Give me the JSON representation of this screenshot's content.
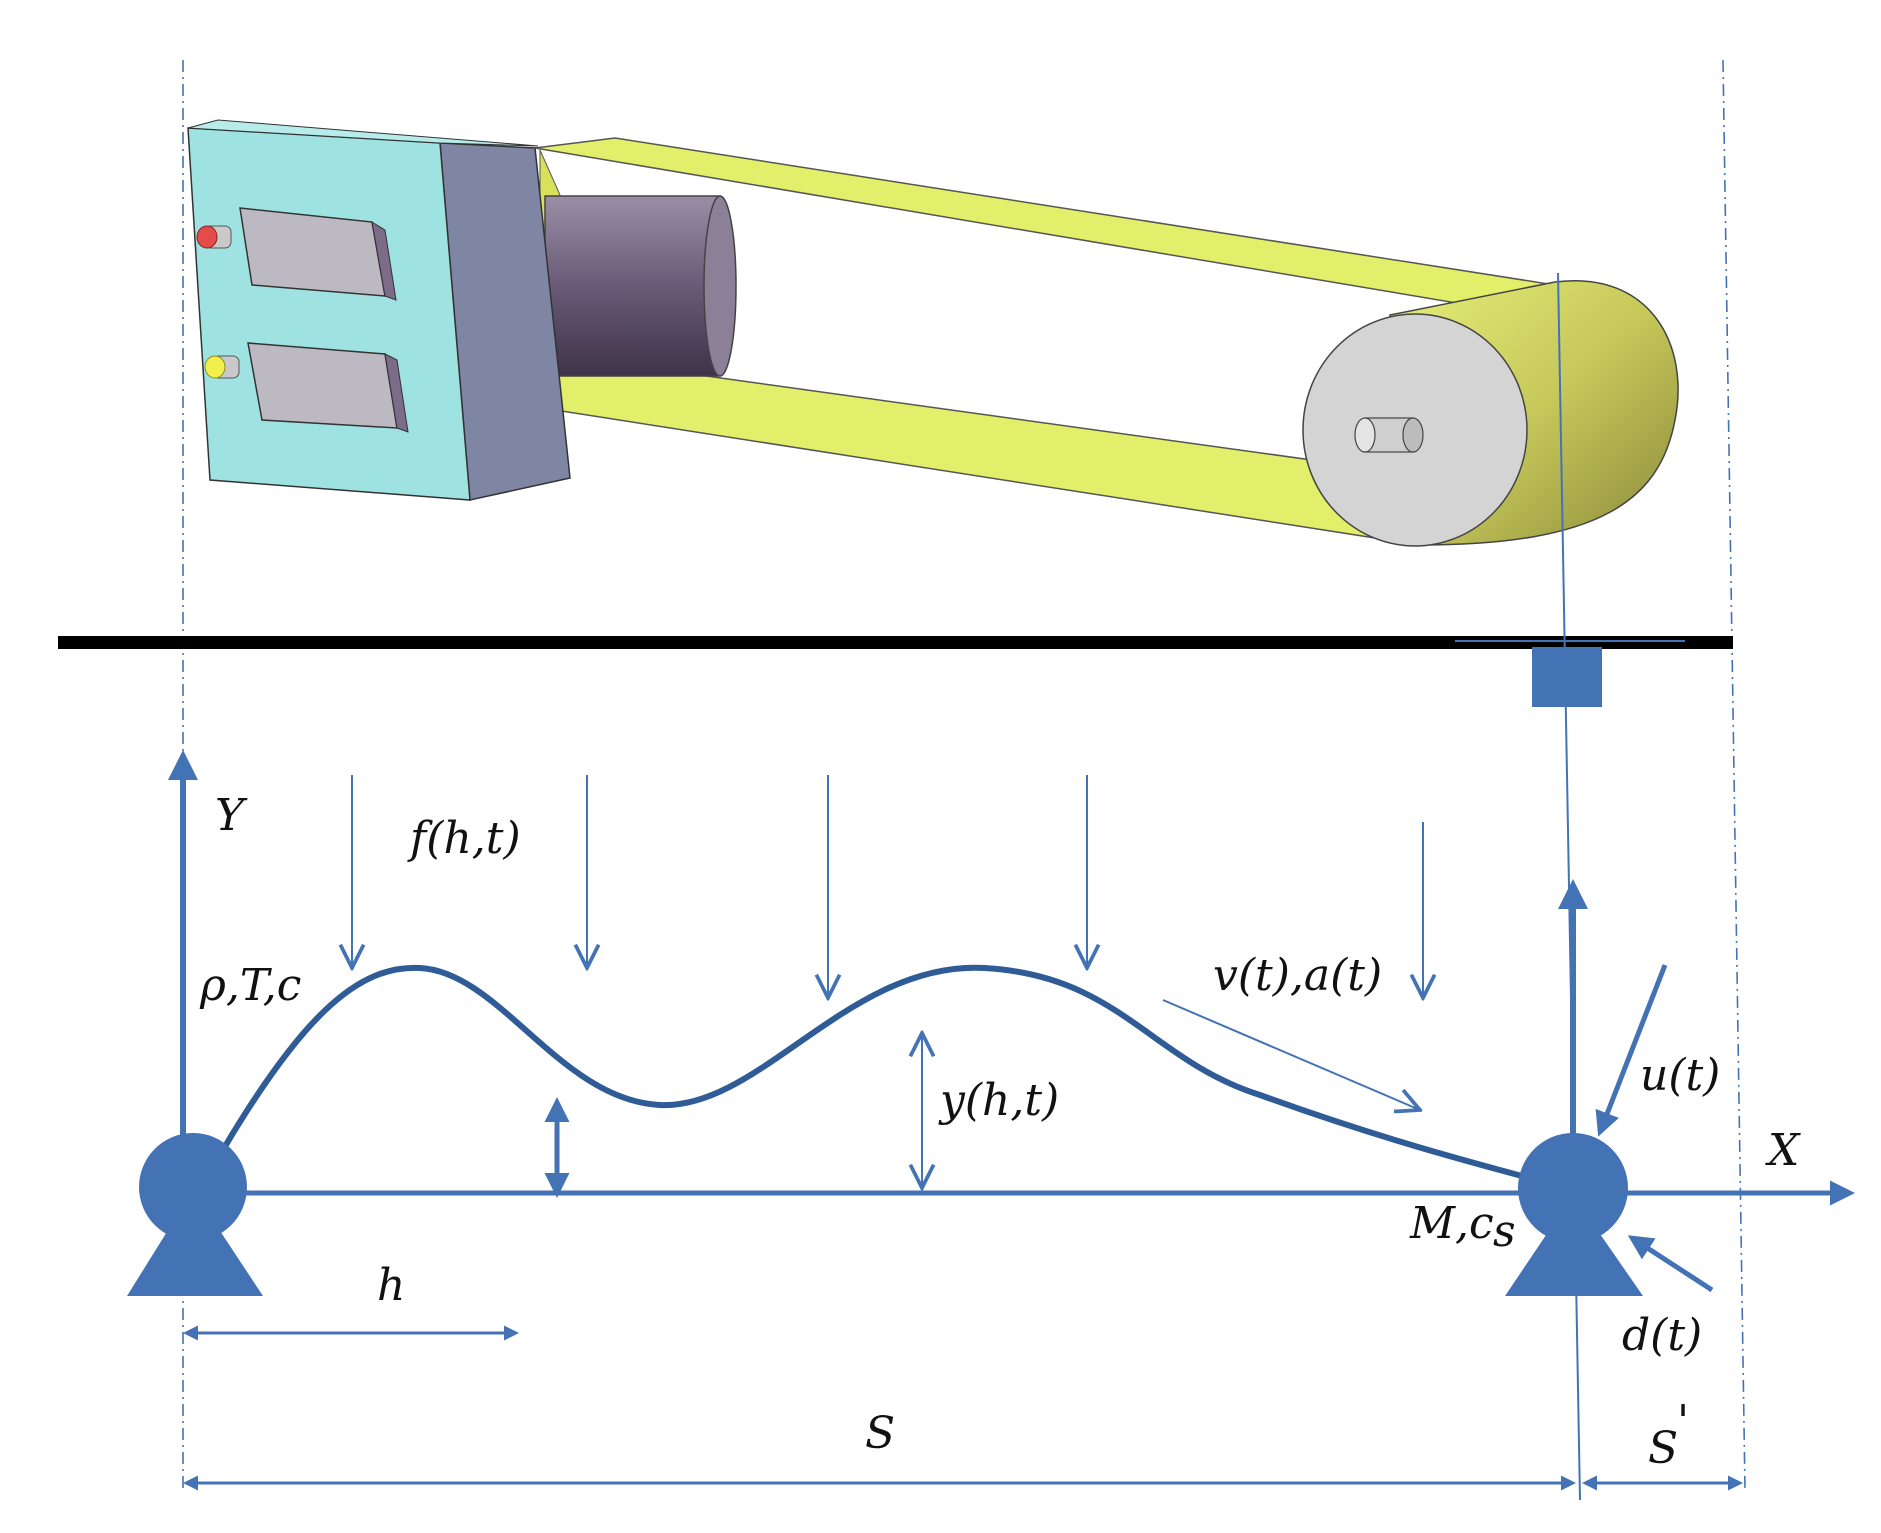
{
  "labels": {
    "y_axis": "Y",
    "x_axis": "X",
    "distributed_force": "f(h,t)",
    "string_params": "ρ,T,c",
    "velocity_accel": "v(t),a(t)",
    "displacement": "y(h,t)",
    "control_input": "u(t)",
    "disturbance": "d(t)",
    "mass_damping": "M,c",
    "mass_damping_sub": "s",
    "position": "h",
    "span_length": "S",
    "span_extra": "S",
    "span_extra_mark": "'"
  },
  "colors": {
    "diagram_blue": "#4473b5",
    "belt_yellow": "#e2ef6a",
    "box_cyan": "#9ee3e2",
    "box_side": "#7f86a3",
    "pulley_gray": "#d4d4d4",
    "ground_black": "#000000"
  },
  "icons": {
    "left_support": "pinned-support-icon",
    "right_support": "pinned-support-icon",
    "motor_box": "motor-controller-box-icon",
    "sensor": "sensor-block-icon"
  }
}
